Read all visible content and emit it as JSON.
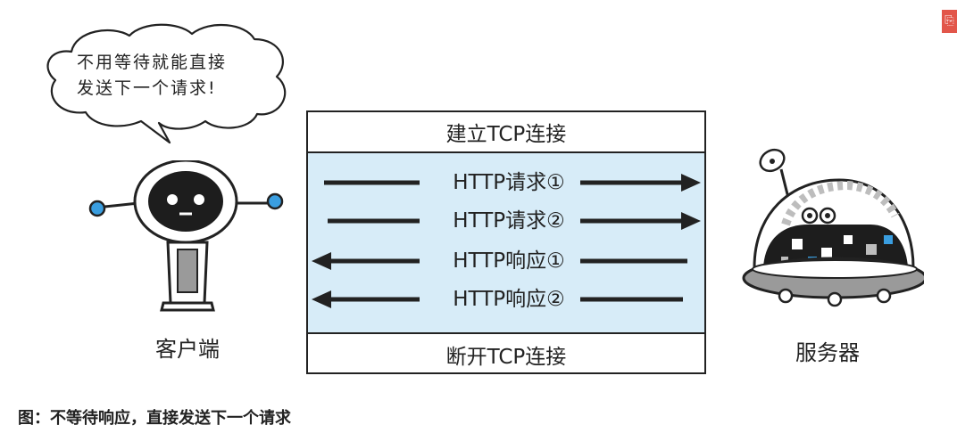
{
  "speech_bubble": {
    "line1": "不用等待就能直接",
    "line2": "发送下一个请求!"
  },
  "connection": {
    "open": "建立TCP连接",
    "close": "断开TCP连接",
    "messages": [
      {
        "label": "HTTP请求①",
        "direction": "right"
      },
      {
        "label": "HTTP请求②",
        "direction": "right"
      },
      {
        "label": "HTTP响应①",
        "direction": "left"
      },
      {
        "label": "HTTP响应②",
        "direction": "left"
      }
    ]
  },
  "client_label": "客户端",
  "server_label": "服务器",
  "caption": "图：不等待响应，直接发送下一个请求",
  "colors": {
    "pipe_fill": "#d7ecf8",
    "accent_blue": "#3a9ee0",
    "badge": "#e2564a"
  },
  "icons": {
    "client": "robot-client-icon",
    "server": "robot-server-icon",
    "corner": "bookmark-icon"
  }
}
